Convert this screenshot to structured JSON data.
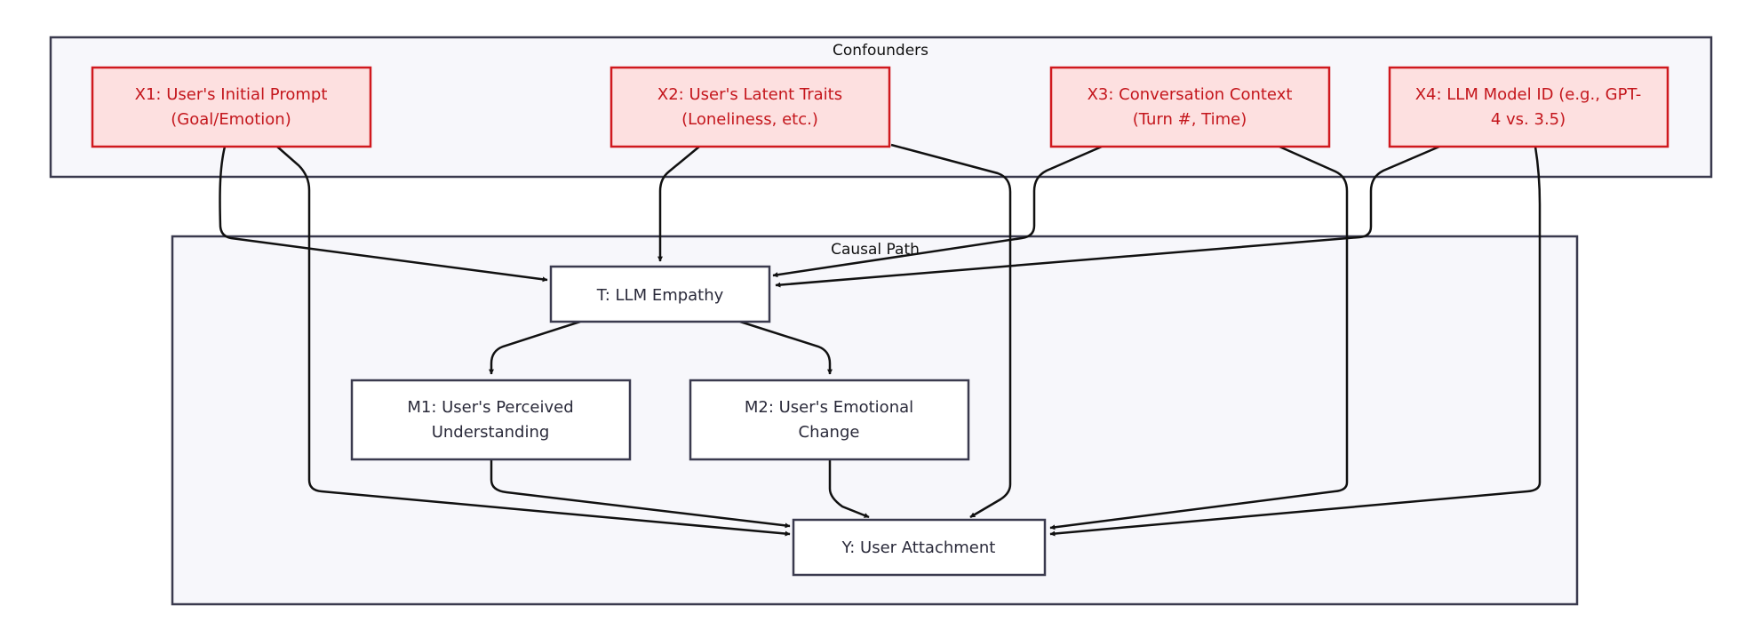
{
  "groups": {
    "confounders": "Confounders",
    "causal_path": "Causal Path"
  },
  "nodes": {
    "x1": {
      "line1": "X1: User's Initial Prompt",
      "line2": "(Goal/Emotion)"
    },
    "x2": {
      "line1": "X2: User's Latent Traits",
      "line2": "(Loneliness, etc.)"
    },
    "x3": {
      "line1": "X3: Conversation Context",
      "line2": "(Turn #, Time)"
    },
    "x4": {
      "line1": "X4: LLM Model ID (e.g., GPT-",
      "line2": "4 vs. 3.5)"
    },
    "t": {
      "line1": "T: LLM Empathy"
    },
    "m1": {
      "line1": "M1: User's Perceived",
      "line2": "Understanding"
    },
    "m2": {
      "line1": "M2: User's Emotional",
      "line2": "Change"
    },
    "y": {
      "line1": "Y: User Attachment"
    }
  },
  "edges": [
    [
      "x1",
      "t"
    ],
    [
      "x2",
      "t"
    ],
    [
      "x3",
      "t"
    ],
    [
      "x4",
      "t"
    ],
    [
      "x1",
      "y"
    ],
    [
      "x2",
      "y"
    ],
    [
      "x3",
      "y"
    ],
    [
      "x4",
      "y"
    ],
    [
      "t",
      "m1"
    ],
    [
      "t",
      "m2"
    ],
    [
      "m1",
      "y"
    ],
    [
      "m2",
      "y"
    ]
  ],
  "colors": {
    "confounder_fill": "#fde0e0",
    "confounder_stroke": "#d0191e",
    "confounder_text": "#c4161c",
    "node_stroke": "#3a3a4e",
    "cluster_fill": "#f7f7fb",
    "edge": "#111111"
  }
}
